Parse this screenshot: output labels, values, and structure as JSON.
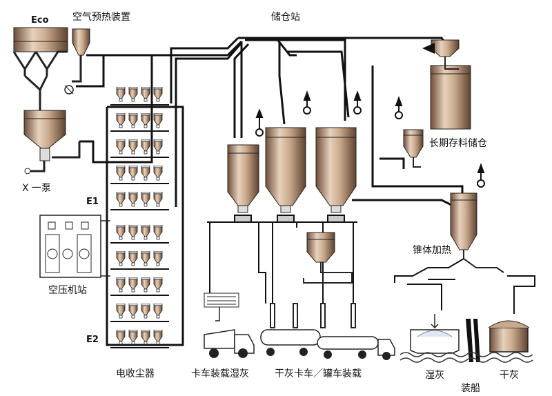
{
  "labels": {
    "eco": "Eco",
    "air_preheater": "空气预热装置",
    "storage_station": "储仓站",
    "long_term_silo": "长期存料储仓",
    "x_pump": "X 一泵",
    "e1": "E1",
    "e2": "E2",
    "compressor_station": "空压机站",
    "cone_heating": "锥体加热",
    "precipitator": "电收尘器",
    "truck_wet_ash": "卡车装载湿灰",
    "dry_ash_truck": "干灰卡车／罐车装载",
    "wet_ash": "湿灰",
    "dry_ash": "干灰",
    "ship_loading": "装船"
  },
  "colors": {
    "silo_body": "#c9a98c",
    "silo_shade": "#7a5a44",
    "pipe": "#111111",
    "water": "#333333"
  }
}
